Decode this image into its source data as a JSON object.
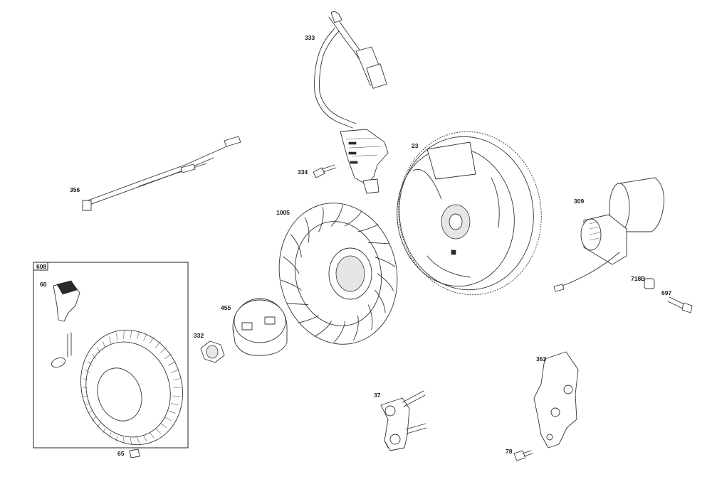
{
  "diagram": {
    "parts": [
      {
        "id": "coil-wire",
        "label": "333"
      },
      {
        "id": "ignition-coil-screw",
        "label": "334"
      },
      {
        "id": "ground-wire",
        "label": "356"
      },
      {
        "id": "flywheel",
        "label": "23"
      },
      {
        "id": "fan",
        "label": "1005"
      },
      {
        "id": "starter-motor",
        "label": "309"
      },
      {
        "id": "starter-cup",
        "label": "455"
      },
      {
        "id": "flywheel-nut",
        "label": "332"
      },
      {
        "id": "rewind-starter-assembly",
        "label": "608"
      },
      {
        "id": "starter-handle",
        "label": "60"
      },
      {
        "id": "rewind-screw",
        "label": "65"
      },
      {
        "id": "spacer",
        "label": "718B"
      },
      {
        "id": "starter-bolt",
        "label": "697"
      },
      {
        "id": "bracket",
        "label": "37"
      },
      {
        "id": "mounting-bracket-studs",
        "label": "363"
      },
      {
        "id": "bracket-screw",
        "label": "78"
      }
    ]
  }
}
